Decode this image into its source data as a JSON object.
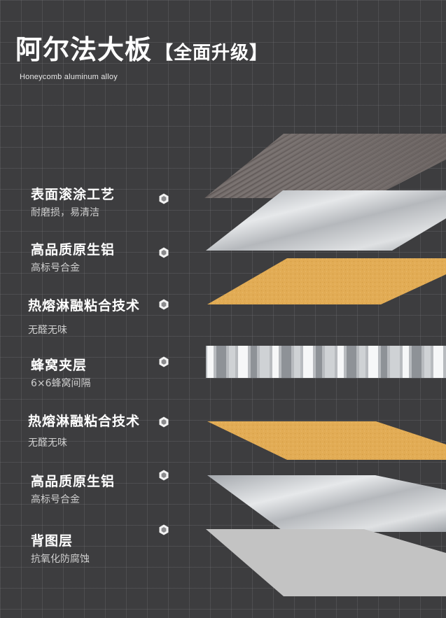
{
  "header": {
    "title": "阿尔法大板",
    "badge": "【全面升级】",
    "subtitle": "Honeycomb aluminum alloy"
  },
  "layers": [
    {
      "title": "表面滚涂工艺",
      "desc": "耐磨损，易清洁",
      "material": "wood-grain"
    },
    {
      "title": "高品质原生铝",
      "desc": "高标号合金",
      "material": "brushed-aluminum"
    },
    {
      "title": "热熔淋融粘合技术",
      "desc": "无醛无味",
      "material": "adhesive"
    },
    {
      "title": "蜂窝夹层",
      "desc": "6×6蜂窝间隔",
      "material": "honeycomb"
    },
    {
      "title": "热熔淋融粘合技术",
      "desc": "无醛无味",
      "material": "adhesive"
    },
    {
      "title": "高品质原生铝",
      "desc": "高标号合金",
      "material": "brushed-aluminum"
    },
    {
      "title": "背图层",
      "desc": "抗氧化防腐蚀",
      "material": "back-coating"
    }
  ],
  "colors": {
    "background": "#3d3d3f",
    "wood": "#6e6866",
    "adhesive": "#e0ab52",
    "aluminum": "#c9ccd0",
    "back": "#c2c2c2"
  }
}
